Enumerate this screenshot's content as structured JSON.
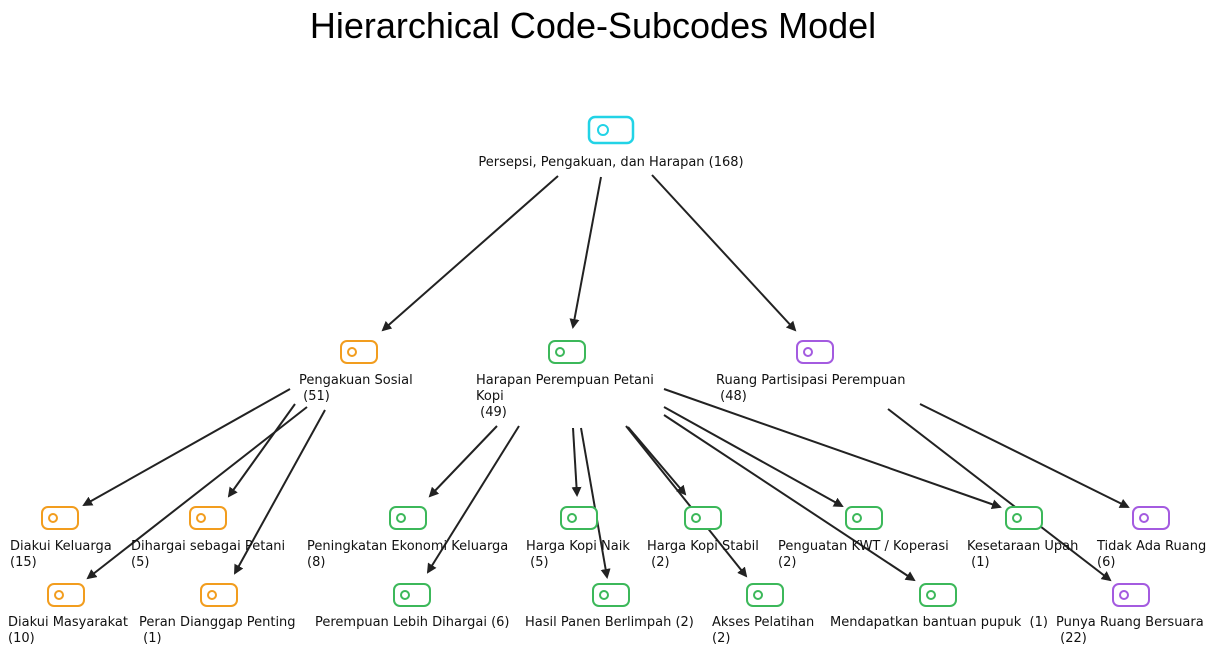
{
  "title": "Hierarchical Code-Subcodes Model",
  "colors": {
    "root": "#22d3e6",
    "pengakuan": "#f29d1e",
    "harapan": "#3cb85a",
    "ruang": "#a45be0",
    "edge": "#222222"
  },
  "nodes": {
    "root": {
      "lines": [
        "Persepsi, Pengakuan, dan Harapan (168)"
      ]
    },
    "pengakuan_sosial": {
      "lines": [
        "Pengakuan Sosial",
        " (51)"
      ]
    },
    "harapan_perempuan": {
      "lines": [
        "Harapan Perempuan Petani",
        "Kopi",
        " (49)"
      ]
    },
    "ruang_partisipasi": {
      "lines": [
        "Ruang Partisipasi Perempuan",
        " (48)"
      ]
    },
    "diakui_keluarga": {
      "lines": [
        "Diakui Keluarga",
        "(15)"
      ]
    },
    "dihargai_petani": {
      "lines": [
        "Dihargai sebagai Petani",
        "(5)"
      ]
    },
    "diakui_masyarakat": {
      "lines": [
        "Diakui Masyarakat",
        "(10)"
      ]
    },
    "peran_dianggap": {
      "lines": [
        "Peran Dianggap Penting",
        " (1)"
      ]
    },
    "peningkatan_ekonomi": {
      "lines": [
        "Peningkatan Ekonomi Keluarga",
        "(8)"
      ]
    },
    "perempuan_dihargai": {
      "lines": [
        "Perempuan Lebih Dihargai (6)"
      ]
    },
    "harga_naik": {
      "lines": [
        "Harga Kopi Naik",
        " (5)"
      ]
    },
    "hasil_panen": {
      "lines": [
        "Hasil Panen Berlimpah (2)"
      ]
    },
    "harga_stabil": {
      "lines": [
        "Harga Kopi Stabil",
        " (2)"
      ]
    },
    "akses_pelatihan": {
      "lines": [
        "Akses Pelatihan",
        "(2)"
      ]
    },
    "penguatan_kwt": {
      "lines": [
        "Penguatan KWT / Koperasi",
        "(2)"
      ]
    },
    "mendapatkan_pupuk": {
      "lines": [
        "Mendapatkan bantuan pupuk  (1)"
      ]
    },
    "kesetaraan_upah": {
      "lines": [
        "Kesetaraan Upah",
        " (1)"
      ]
    },
    "tidak_ada_ruang": {
      "lines": [
        "Tidak Ada Ruang",
        "(6)"
      ]
    },
    "punya_ruang": {
      "lines": [
        "Punya Ruang Bersuara",
        " (22)"
      ]
    }
  }
}
